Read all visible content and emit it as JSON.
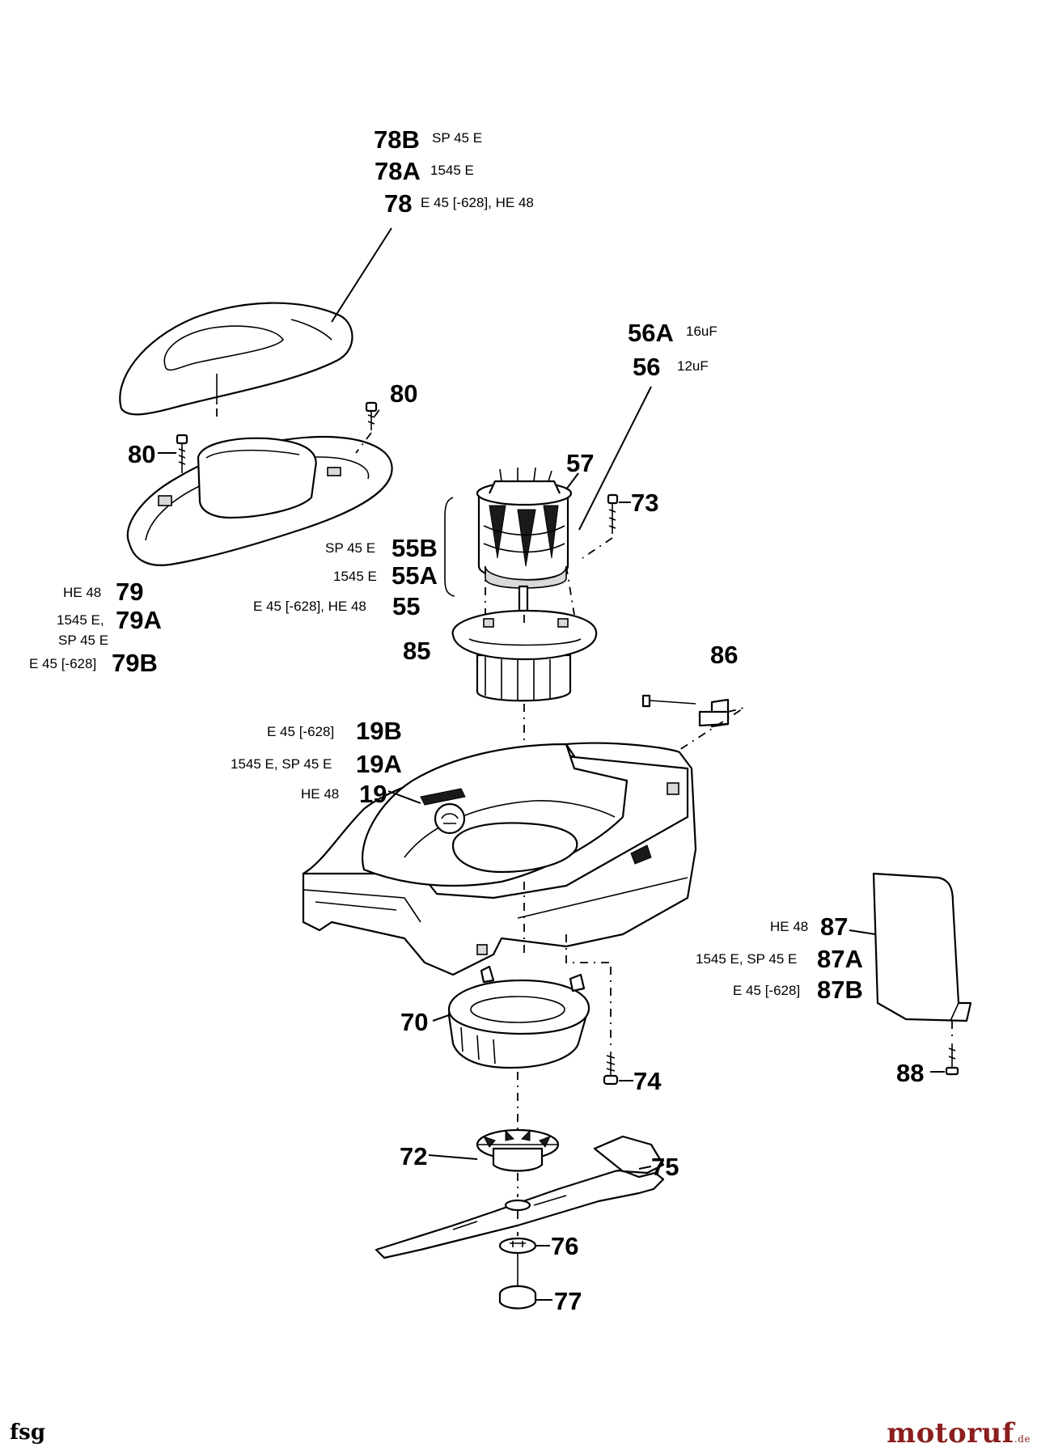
{
  "callouts": {
    "c78b": {
      "num": "78B",
      "variant": "SP 45 E"
    },
    "c78a": {
      "num": "78A",
      "variant": "1545 E"
    },
    "c78": {
      "num": "78",
      "variant": "E 45 [-628], HE 48"
    },
    "c56a": {
      "num": "56A",
      "variant": "16uF"
    },
    "c56": {
      "num": "56",
      "variant": "12uF"
    },
    "c80a": {
      "num": "80"
    },
    "c80b": {
      "num": "80"
    },
    "c57": {
      "num": "57"
    },
    "c73": {
      "num": "73"
    },
    "c55b": {
      "num": "55B",
      "variant": "SP 45 E"
    },
    "c55a": {
      "num": "55A",
      "variant": "1545 E"
    },
    "c55": {
      "num": "55",
      "variant": "E 45 [-628], HE 48"
    },
    "c79": {
      "num": "79",
      "variant": "HE 48"
    },
    "c79a": {
      "num": "79A",
      "variant": "1545 E,",
      "variant2": "SP 45 E"
    },
    "c79b": {
      "num": "79B",
      "variant": "E 45 [-628]"
    },
    "c85": {
      "num": "85"
    },
    "c86": {
      "num": "86"
    },
    "c19b": {
      "num": "19B",
      "variant": "E 45 [-628]"
    },
    "c19a": {
      "num": "19A",
      "variant": "1545 E, SP 45 E"
    },
    "c19": {
      "num": "19",
      "variant": "HE 48"
    },
    "c87": {
      "num": "87",
      "variant": "HE 48"
    },
    "c87a": {
      "num": "87A",
      "variant": "1545 E, SP 45 E"
    },
    "c87b": {
      "num": "87B",
      "variant": "E 45 [-628]"
    },
    "c70": {
      "num": "70"
    },
    "c74": {
      "num": "74"
    },
    "c88": {
      "num": "88"
    },
    "c72": {
      "num": "72"
    },
    "c75": {
      "num": "75"
    },
    "c76": {
      "num": "76"
    },
    "c77": {
      "num": "77"
    }
  },
  "footer": {
    "code": "fsg",
    "brand": "motoruf",
    "brand_suffix": ".de"
  }
}
